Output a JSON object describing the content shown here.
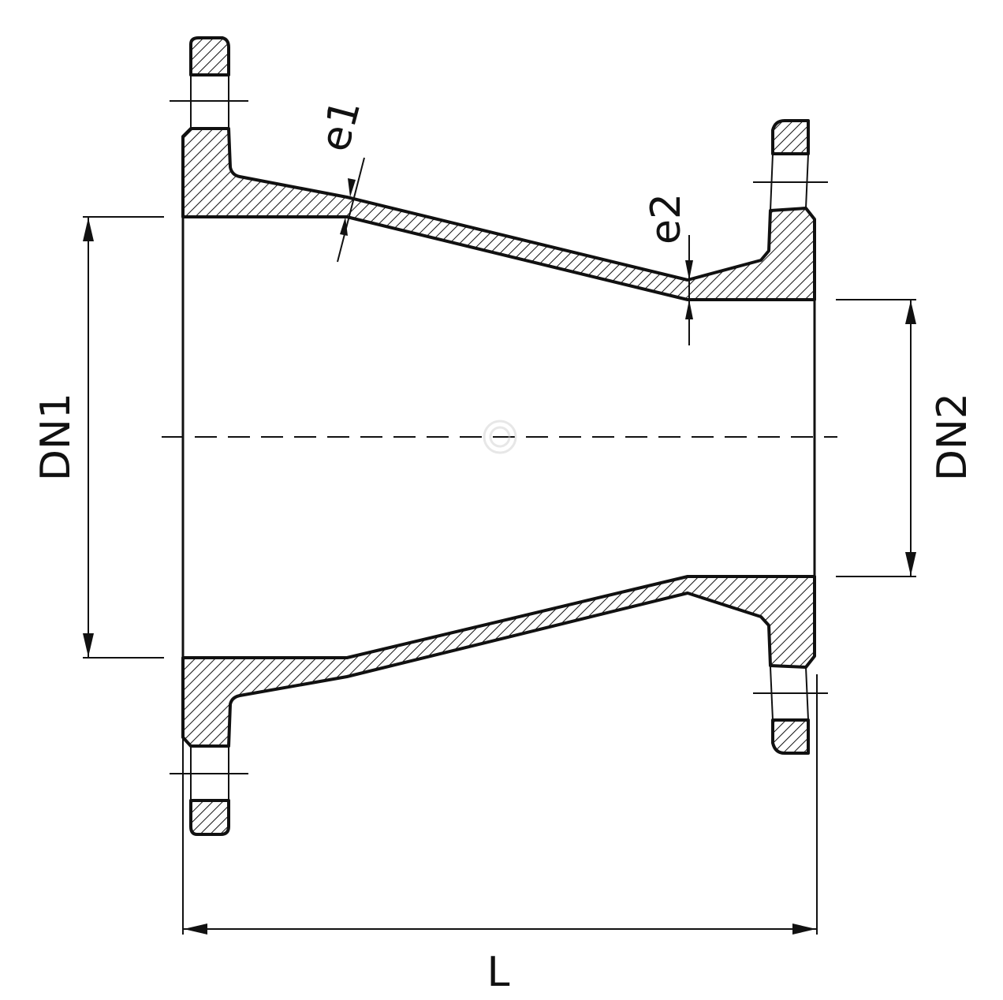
{
  "diagram": {
    "labels": {
      "dn1": "DN1",
      "dn2": "DN2",
      "e1": "e1",
      "e2": "e2",
      "length": "L"
    },
    "colors": {
      "line": "#111111",
      "background": "#ffffff",
      "watermark": "#cccccc"
    }
  }
}
